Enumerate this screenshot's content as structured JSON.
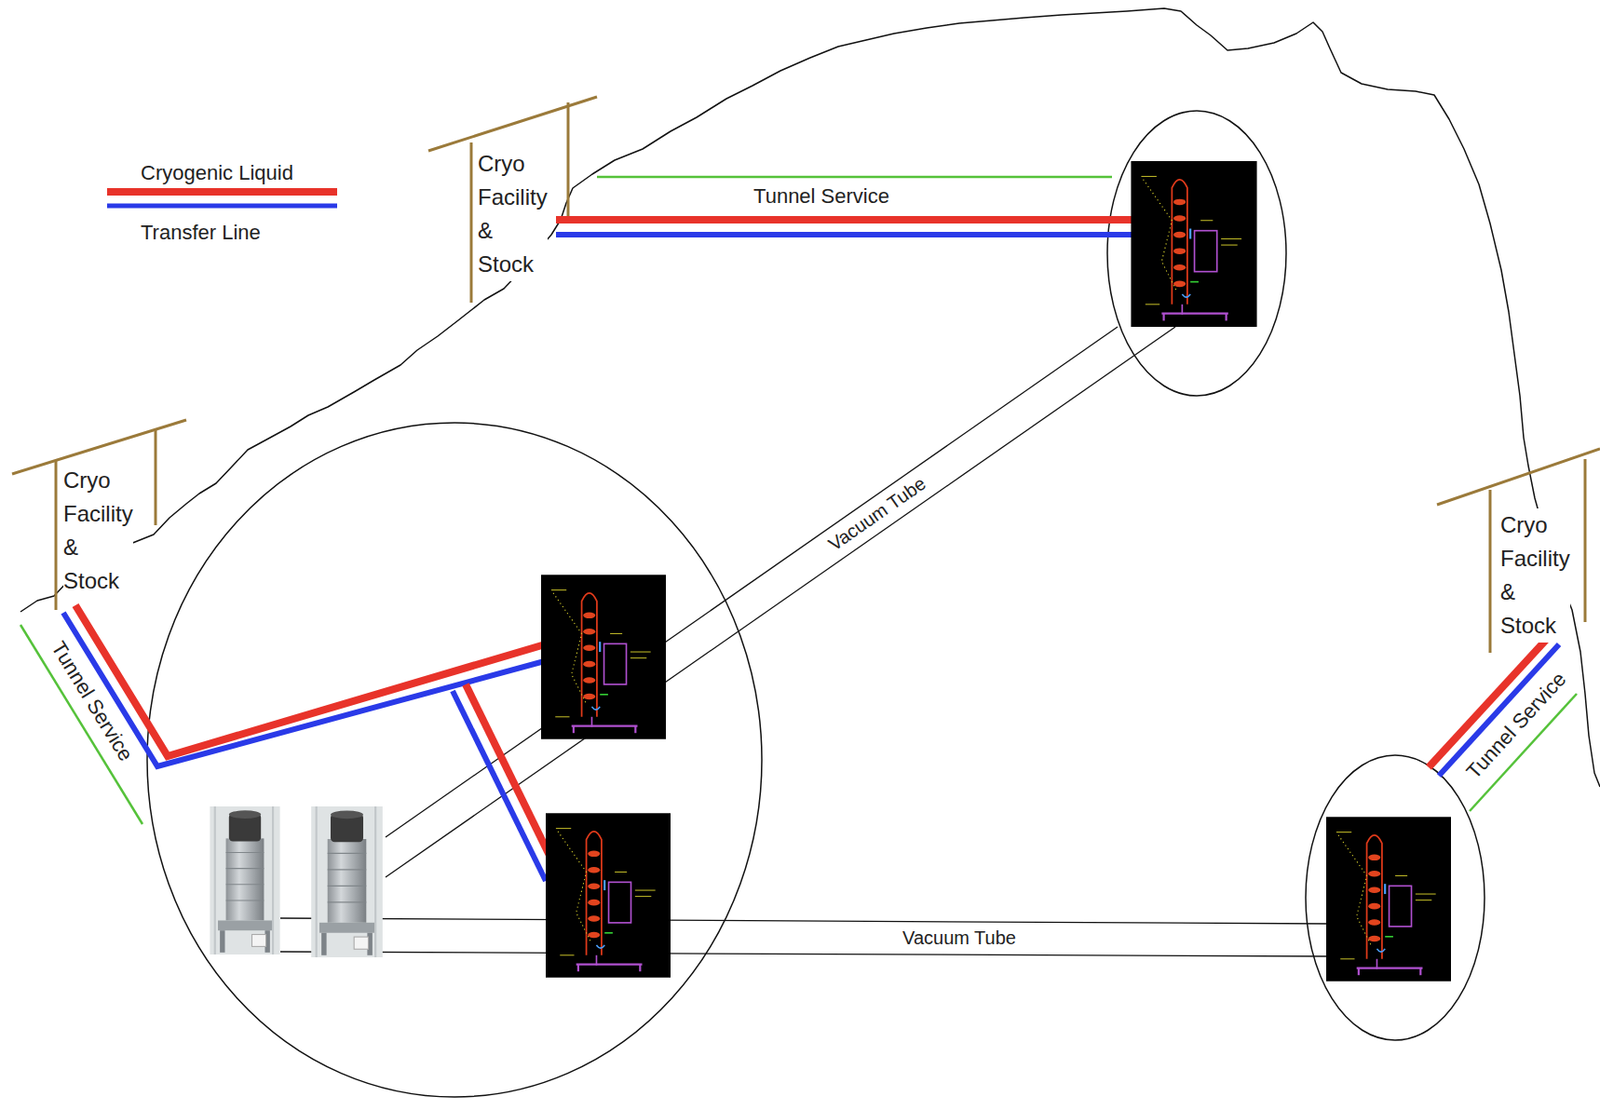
{
  "diagram": {
    "nodes": [
      {
        "text": [
          "Cryo Facility & Stock"
        ]
      },
      {
        "text": [
          "Cryo Facility & Stock"
        ]
      },
      {
        "text": [
          "Cryo Facility & Stock"
        ]
      }
    ],
    "labels": [
      "Tunnel Service",
      "Vacuum Tube",
      "Tunnel Service",
      "Tunnel Service",
      "Vacuum Tube"
    ],
    "legend": [
      {
        "text": "Cryogenic Liquid"
      },
      {
        "text": "Transfer Line"
      }
    ]
  }
}
